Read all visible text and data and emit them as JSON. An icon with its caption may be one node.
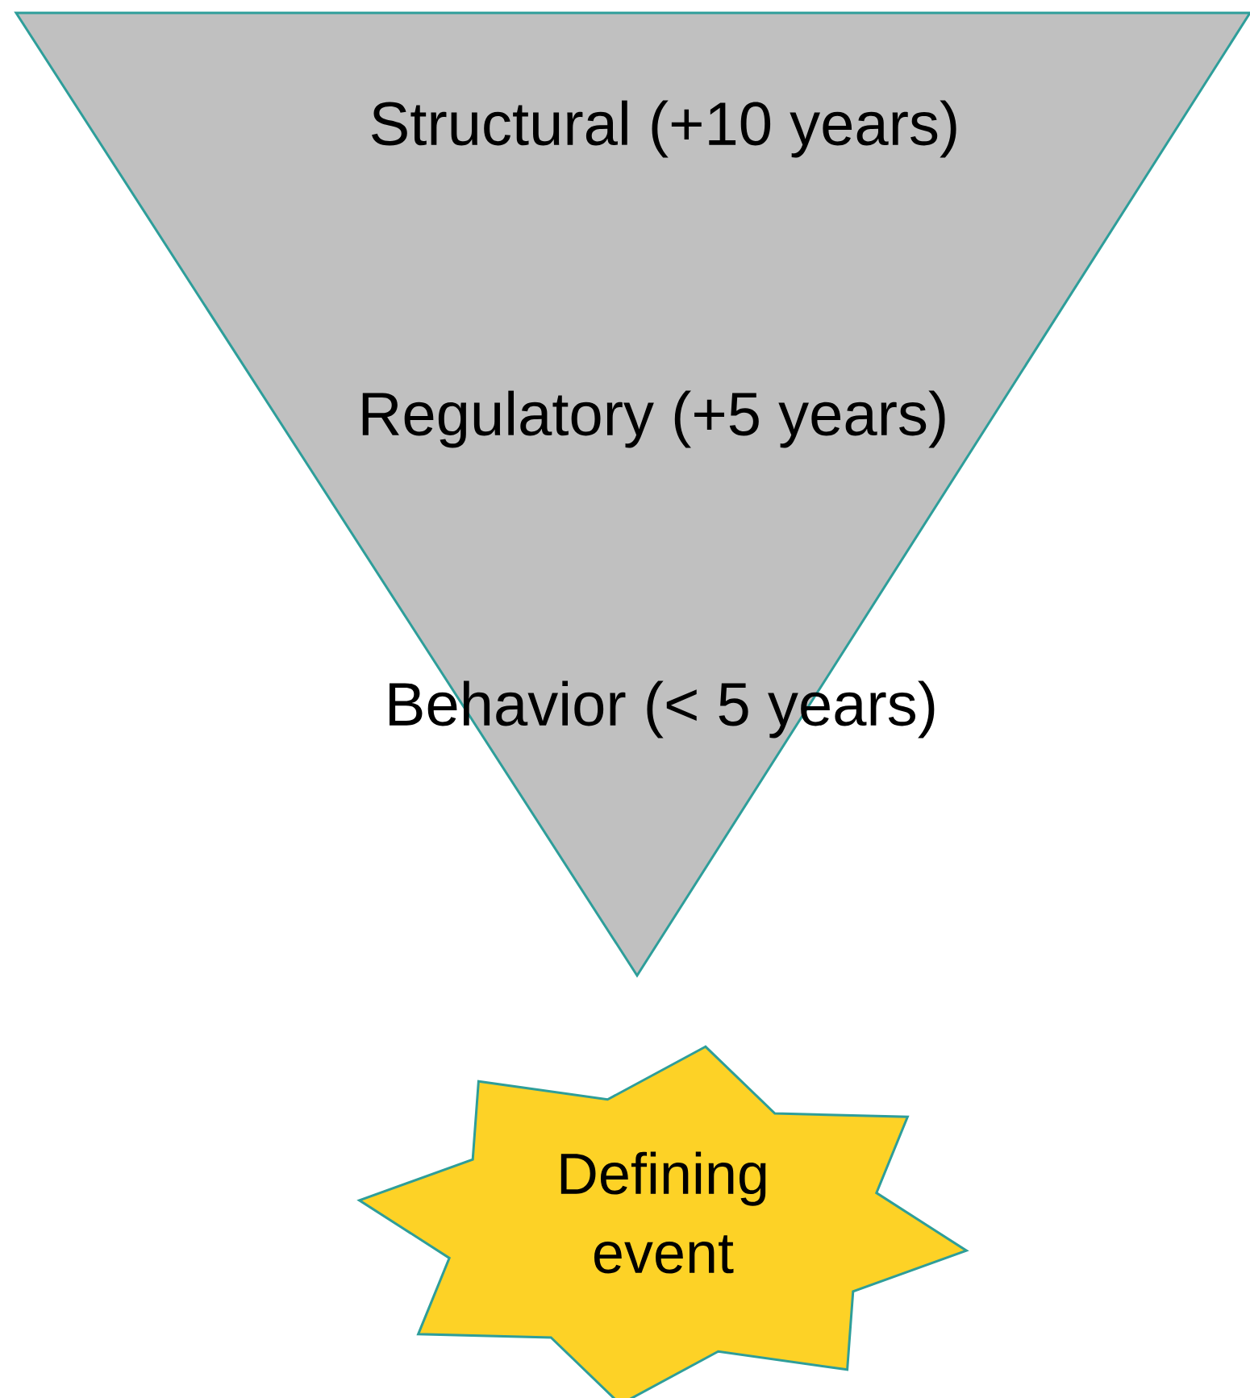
{
  "diagram": {
    "nodes": [
      {
        "text": [
          "Structural (+10 years)",
          "Regulatory (+5 years)",
          "Behavior (< 5 years)"
        ]
      },
      {
        "text": [
          "Defining event"
        ]
      }
    ]
  }
}
